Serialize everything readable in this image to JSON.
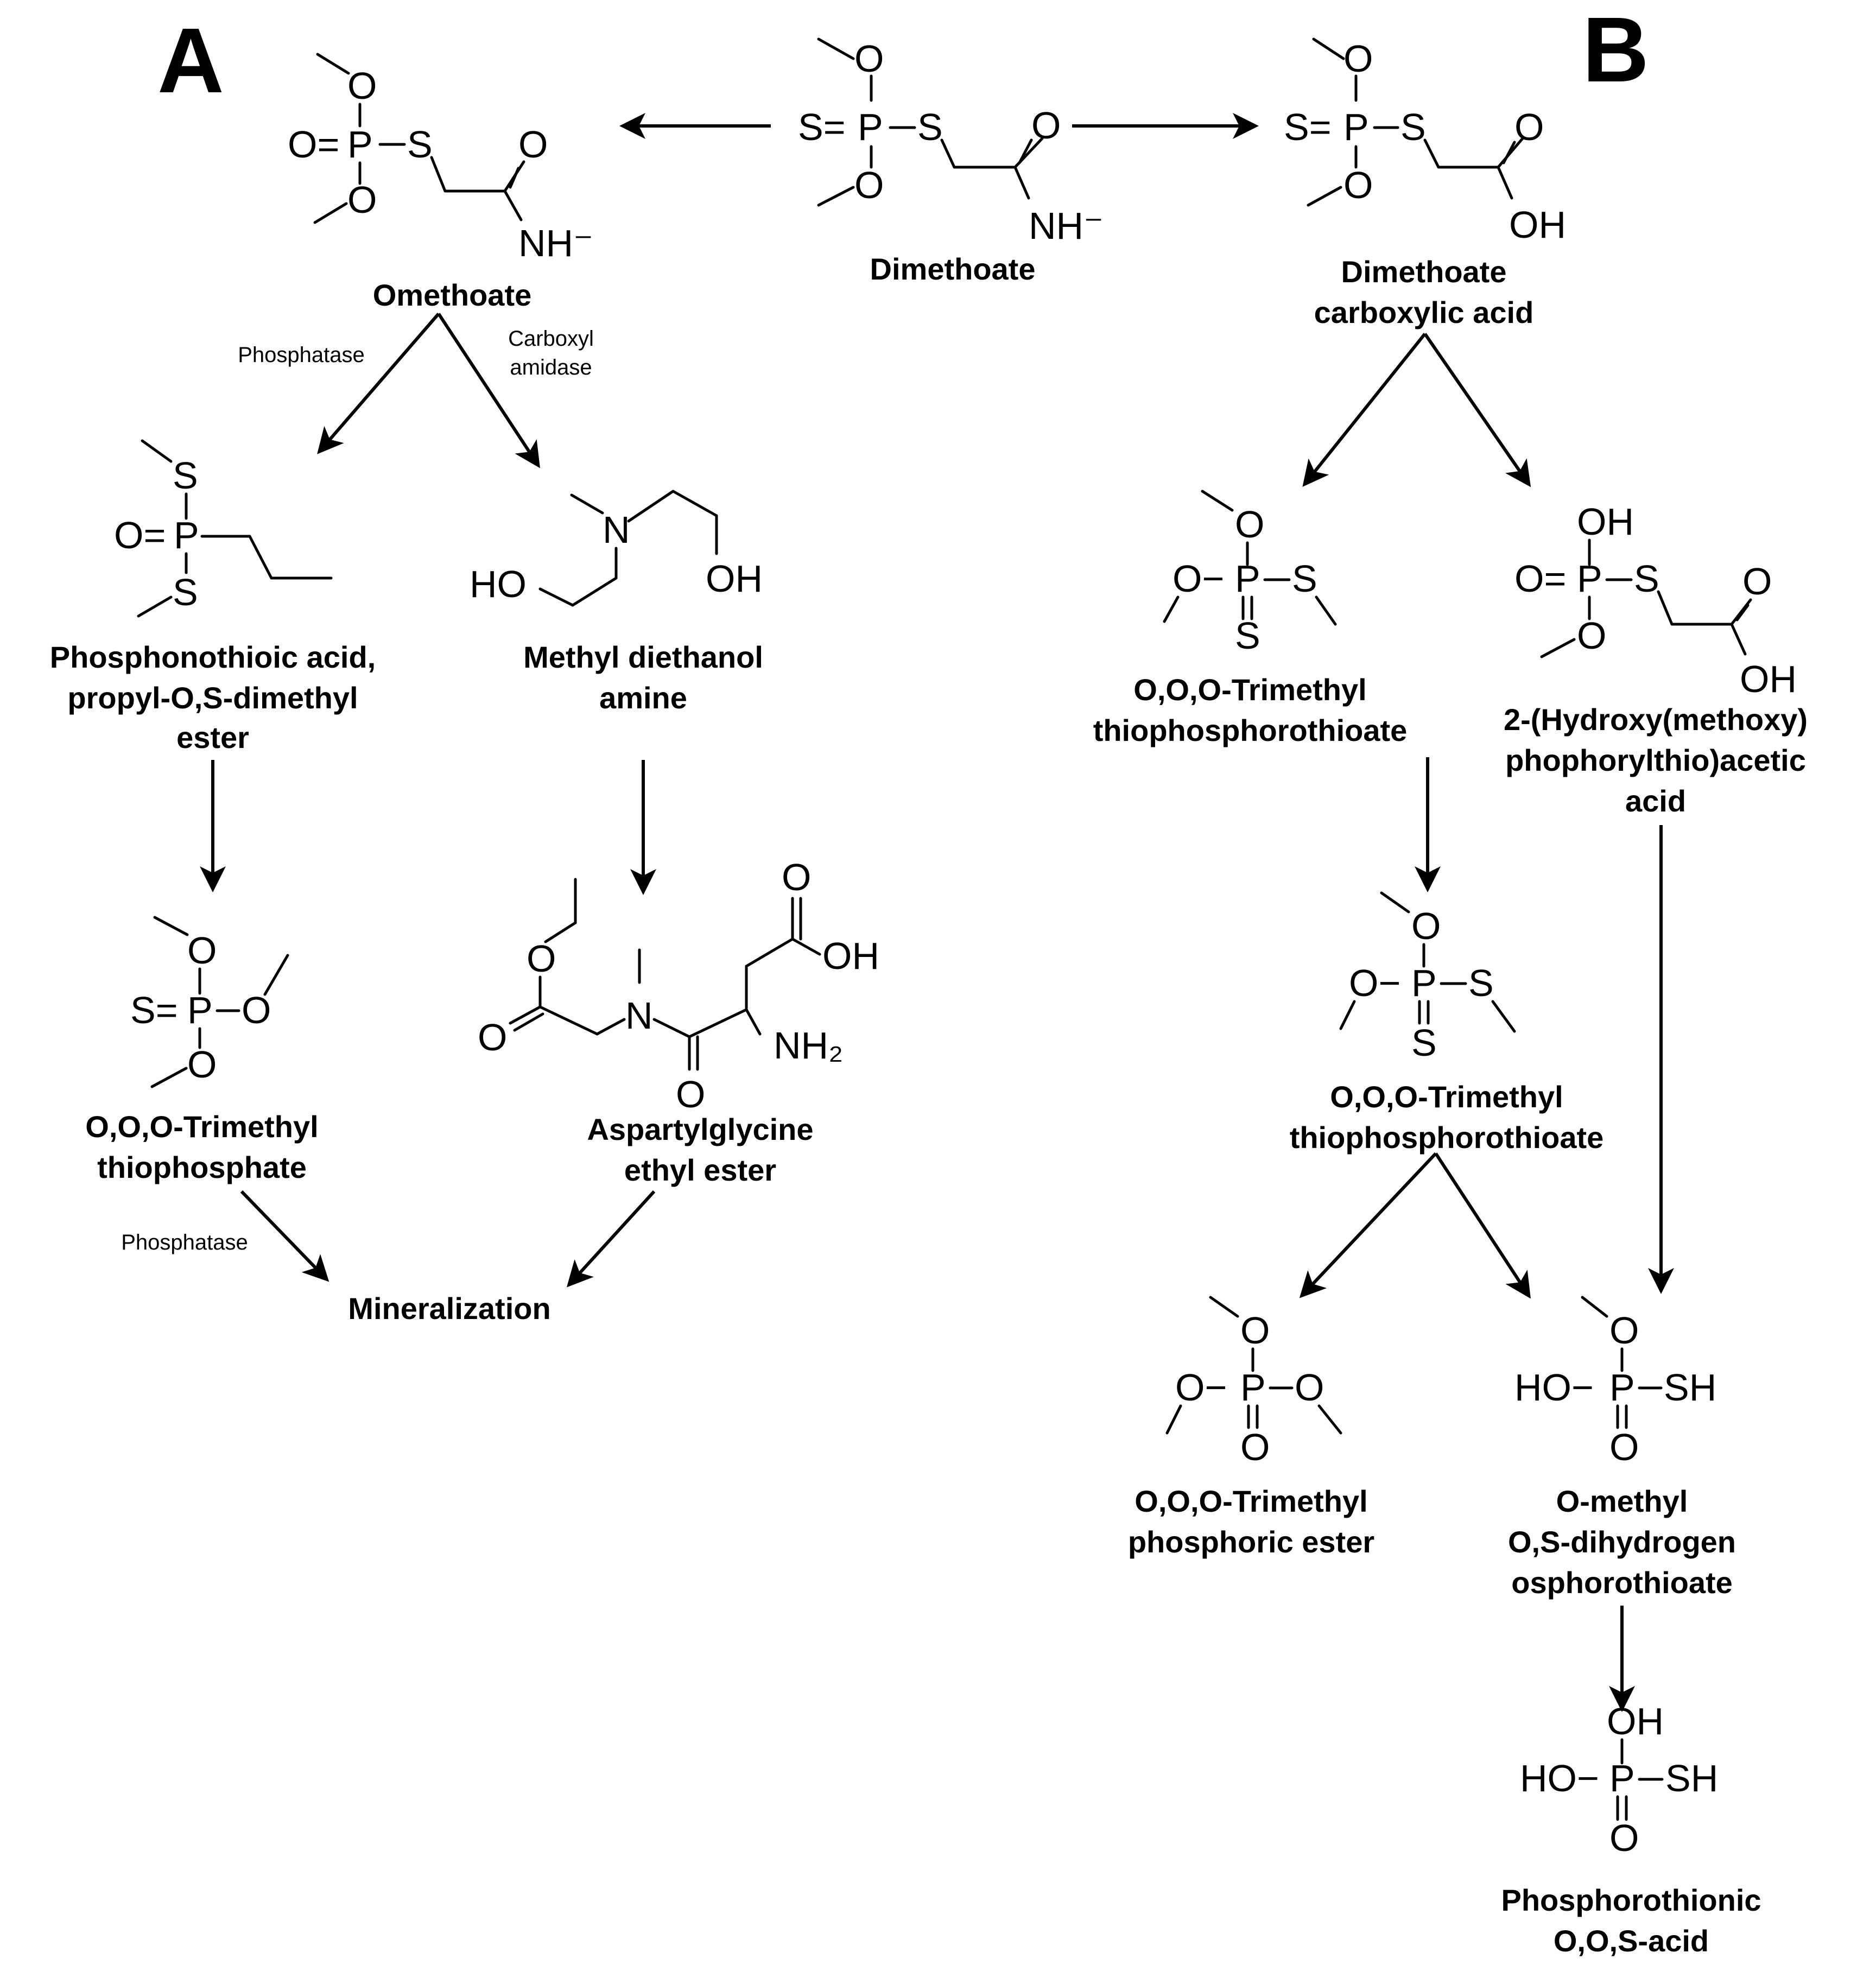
{
  "panels": {
    "a": "A",
    "b": "B"
  },
  "atoms": {
    "O": "O",
    "S": "S",
    "P": "P",
    "N": "N",
    "O_eq": "O=",
    "S_eq": "S=",
    "O_dash": "O−",
    "HO_dash": "HO−",
    "OH": "OH",
    "HO": "HO",
    "NH_minus": "NH⁻",
    "NH2": "NH₂",
    "SH": "SH"
  },
  "compounds": {
    "dimethoate": "Dimethoate",
    "omethoate": "Omethoate",
    "dimethoate_acid": [
      "Dimethoate",
      "carboxylic acid"
    ],
    "phosphonothioic": [
      "Phosphonothioic acid,",
      "propyl-O,S-dimethyl",
      "ester"
    ],
    "methyl_diethanol": [
      "Methyl diethanol",
      "amine"
    ],
    "trimethyl_thiophosphate": [
      "O,O,O-Trimethyl",
      "thiophosphate"
    ],
    "aspartylglycine": [
      "Aspartylglycine",
      "ethyl ester"
    ],
    "mineralization": "Mineralization",
    "trimethyl_thio_1": [
      "O,O,O-Trimethyl",
      "thiophosphorothioate"
    ],
    "hydroxy_methoxy": [
      "2-(Hydroxy(methoxy)",
      "phophorylthio)acetic",
      "acid"
    ],
    "trimethyl_thio_2": [
      "O,O,O-Trimethyl",
      "thiophosphorothioate"
    ],
    "trimethyl_phosphoric": [
      "O,O,O-Trimethyl",
      "phosphoric ester"
    ],
    "omethyl_dihydrogen": [
      "O-methyl",
      "O,S-dihydrogen",
      "osphorothioate"
    ],
    "phosphorothionic": [
      "Phosphorothionic",
      "O,O,S-acid"
    ]
  },
  "enzymes": {
    "phosphatase_1": "Phosphatase",
    "carboxyl_amidase": [
      "Carboxyl",
      "amidase"
    ],
    "phosphatase_2": "Phosphatase"
  }
}
